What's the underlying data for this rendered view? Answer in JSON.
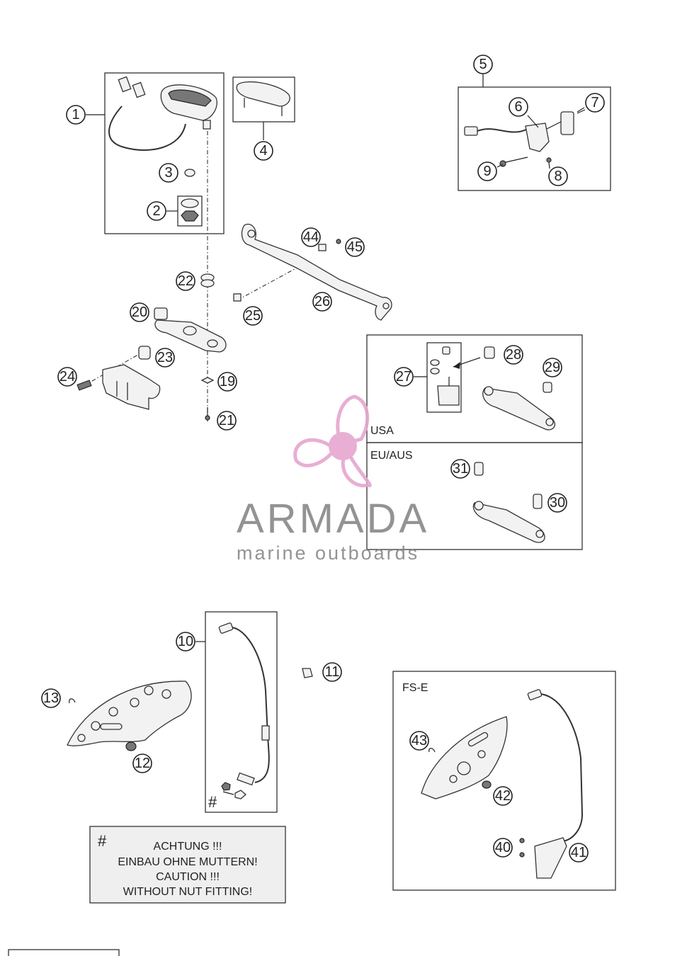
{
  "callouts": [
    {
      "label": "1"
    },
    {
      "label": "2"
    },
    {
      "label": "3"
    },
    {
      "label": "4"
    },
    {
      "label": "5"
    },
    {
      "label": "6"
    },
    {
      "label": "7"
    },
    {
      "label": "8"
    },
    {
      "label": "9"
    },
    {
      "label": "10"
    },
    {
      "label": "11"
    },
    {
      "label": "12"
    },
    {
      "label": "13"
    },
    {
      "label": "19"
    },
    {
      "label": "20"
    },
    {
      "label": "21"
    },
    {
      "label": "22"
    },
    {
      "label": "23"
    },
    {
      "label": "24"
    },
    {
      "label": "25"
    },
    {
      "label": "26"
    },
    {
      "label": "27"
    },
    {
      "label": "28"
    },
    {
      "label": "29"
    },
    {
      "label": "30"
    },
    {
      "label": "31"
    },
    {
      "label": "40"
    },
    {
      "label": "41"
    },
    {
      "label": "42"
    },
    {
      "label": "43"
    },
    {
      "label": "44"
    },
    {
      "label": "45"
    }
  ],
  "regions": {
    "usa": "USA",
    "eu_aus": "EU/AUS",
    "fs_e": "FS-E"
  },
  "hash_marker": "#",
  "note": {
    "marker": "#",
    "line1": "ACHTUNG !!!",
    "line2": "EINBAU OHNE MUTTERN!",
    "line3": "CAUTION !!!",
    "line4": "WITHOUT NUT FITTING!"
  },
  "watermark": {
    "brand": "ARMADA",
    "tagline": "marine outboards",
    "brand_color": "#888888",
    "icon_color": "#e6a6cf"
  }
}
